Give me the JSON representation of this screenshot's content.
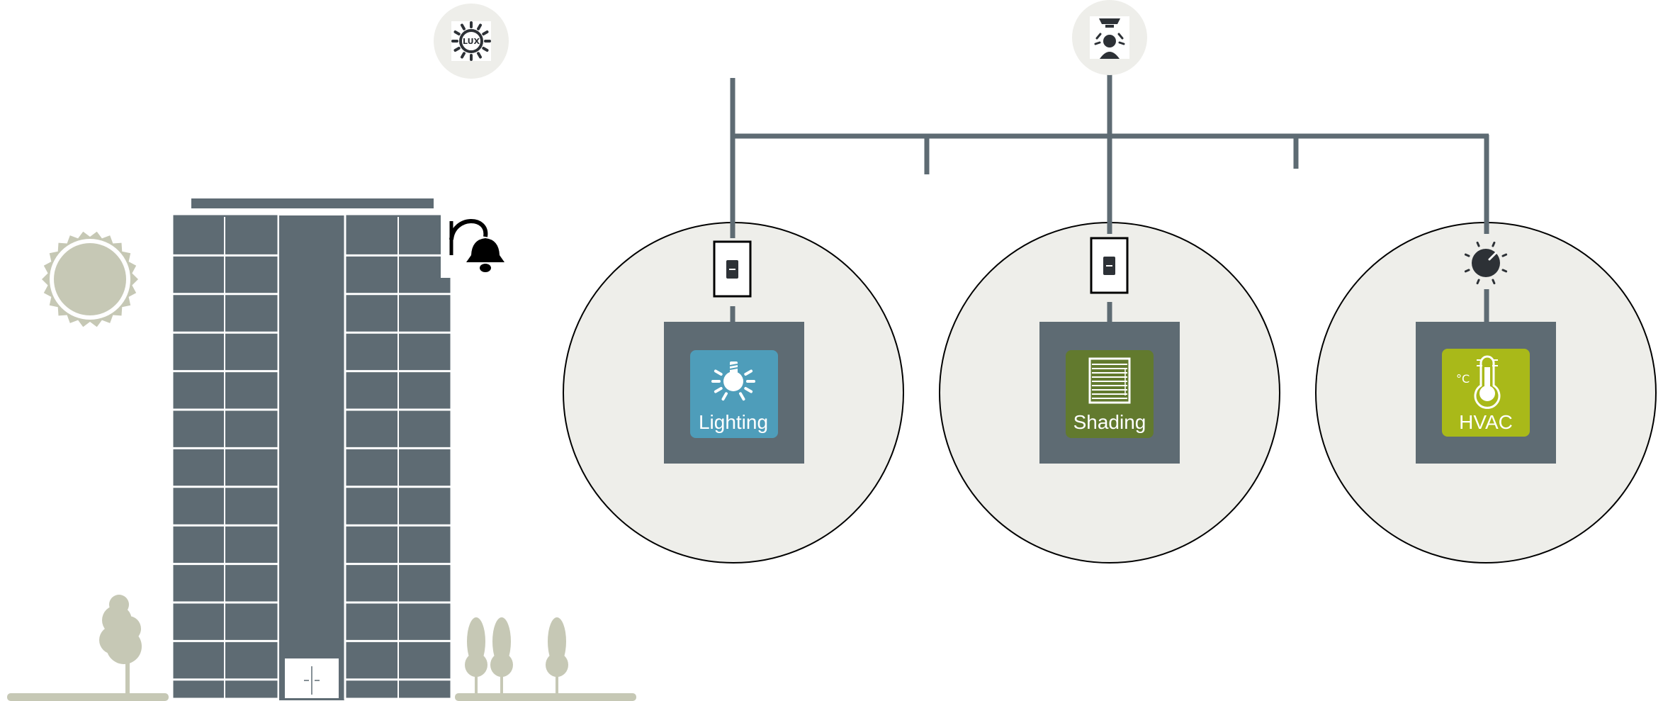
{
  "colors": {
    "building": "#5e6b73",
    "bus_line": "#5e6b73",
    "zone_fill": "#eeeeea",
    "nature": "#c6c8b5",
    "icon_dark": "#2d3136",
    "lighting": "#4e9dba",
    "shading": "#627a2e",
    "hvac": "#a9b919"
  },
  "icons": {
    "lux_sensor": "sun-lux-sensor-icon",
    "presence_sensor": "ceiling-presence-sensor-icon",
    "doorbell": "bell-icon",
    "wall_switch": "wall-switch-icon",
    "thermostat_knob": "dial-knob-icon",
    "lighting": "lightbulb-icon",
    "shading": "window-blind-icon",
    "hvac": "thermometer-icon"
  },
  "sensors": {
    "lux_label": "LUX"
  },
  "modules": [
    {
      "key": "lighting",
      "label": "Lighting"
    },
    {
      "key": "shading",
      "label": "Shading"
    },
    {
      "key": "hvac",
      "label": "HVAC",
      "unit": "°C"
    }
  ],
  "building": {
    "floors": 12
  }
}
